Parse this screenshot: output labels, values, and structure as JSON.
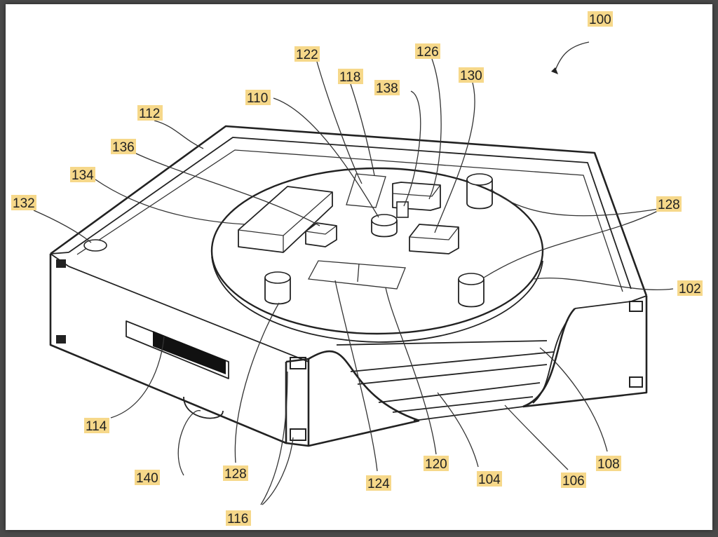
{
  "colors": {
    "label_highlight": "#f6d88a",
    "line": "#222222",
    "background": "#ffffff"
  },
  "labels": {
    "l100": "100",
    "l102": "102",
    "l104": "104",
    "l106": "106",
    "l108": "108",
    "l110": "110",
    "l112": "112",
    "l114": "114",
    "l116": "116",
    "l118": "118",
    "l120": "120",
    "l122": "122",
    "l124": "124",
    "l126": "126",
    "l128a": "128",
    "l128b": "128",
    "l130": "130",
    "l132": "132",
    "l134": "134",
    "l136": "136",
    "l138": "138",
    "l140": "140"
  }
}
